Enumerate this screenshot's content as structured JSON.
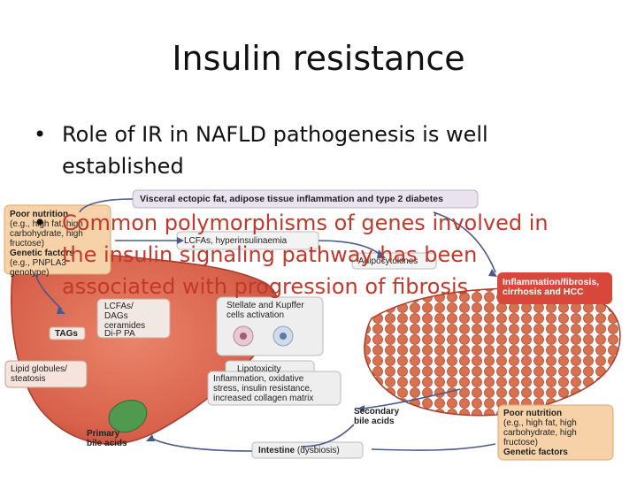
{
  "slide": {
    "title": "Insulin resistance",
    "bullets": [
      "Role of IR in NAFLD pathogenesis is well established",
      "Common polymorphisms of genes involved in the insulin signaling pathway has been associated with progression of fibrosis"
    ],
    "bullet_lines": [
      [
        "Role of IR in NAFLD pathogenesis is well",
        "established"
      ],
      [
        "Common polymorphisms of genes involved in",
        "the insulin signaling pathway has been",
        "associated with progression of fibrosis"
      ]
    ]
  },
  "diagram": {
    "top_banner": "Visceral ectopic fat, adipose tissue inflammation and type 2 diabetes",
    "poor_nutrition_left": [
      "Poor nutrition",
      "(e.g., high fat, high",
      "carbohydrate, high",
      "fructose)",
      "Genetic factors",
      "(e.g., PNPLA3",
      "genotype)"
    ],
    "lcfas_hyperinsulinaemia": "LCFAs, hyperinsulinaemia",
    "adipocytokines": "Adipocytokines",
    "inflammation_fibrosis": [
      "Inflammation/fibrosis,",
      "cirrhosis and HCC"
    ],
    "lcfas_dags": [
      "LCFAs/",
      "DAGs",
      "ceramides"
    ],
    "tags": "TAGs",
    "dipa": "Di-P PA",
    "stellate": [
      "Stellate and Kupffer",
      "cells activation"
    ],
    "lipotoxicity": "Lipotoxicity",
    "lipid_globules": [
      "Lipid globules/",
      "steatosis"
    ],
    "inflammation_oxidative": [
      "Inflammation, oxidative",
      "stress, insulin resistance,",
      "increased collagen matrix"
    ],
    "secondary_bile": [
      "Secondary",
      "bile acids"
    ],
    "primary_bile": [
      "Primary",
      "bile acids"
    ],
    "poor_nutrition_right": [
      "Poor nutrition",
      "(e.g., high fat, high",
      "carbohydrate, high",
      "fructose)",
      "Genetic factors"
    ],
    "intestine": "Intestine",
    "dysbiosis": "(dysbiosis)"
  }
}
